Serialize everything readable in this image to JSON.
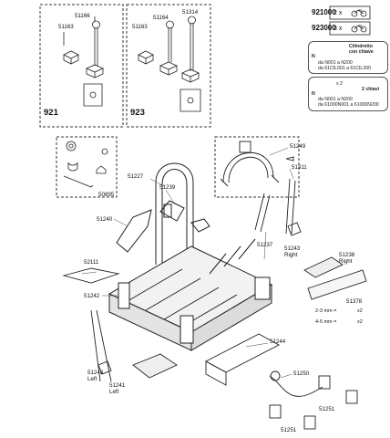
{
  "header": {
    "codes": [
      {
        "code": "921000",
        "qty": "2 x"
      },
      {
        "code": "923000",
        "qty": "3 x"
      }
    ]
  },
  "insets": {
    "left": {
      "label": "921",
      "parts": [
        "51163",
        "51166"
      ]
    },
    "right": {
      "label": "923",
      "parts": [
        "51163",
        "51164",
        "51314"
      ]
    }
  },
  "lock_boxes": {
    "cylinder": {
      "title": "Cilindretto\ncon chiave",
      "key_label": "N",
      "line1": "da N001 a N200",
      "line2": "da 61CIL001 a 61CIL200"
    },
    "keys": {
      "qty": "x 2",
      "title": "2 chiavi",
      "key_label": "N",
      "line1": "da N001 a N200",
      "line2": "da 61000N001 a 61000N200"
    }
  },
  "parts": {
    "p51249": "51249",
    "p51311": "51311",
    "p51227": "51227",
    "p51239": "51239",
    "p50895": "50895",
    "p51240": "51240",
    "p51237": "51237",
    "p51243": "51243",
    "right1": "Right",
    "p52111": "52111",
    "p51238": "51238",
    "right2": "Right",
    "p51242": "51242",
    "p51378": "51378",
    "m1": "2-3 mm =",
    "m2": "4-5 mm =",
    "x2a": "x2",
    "x2b": "x2",
    "p51244": "51244",
    "p51248": "51248",
    "left1": "Left",
    "p51241": "51241",
    "left2": "Left",
    "p51250": "51250",
    "p51251a": "51251",
    "p51251b": "51251"
  }
}
